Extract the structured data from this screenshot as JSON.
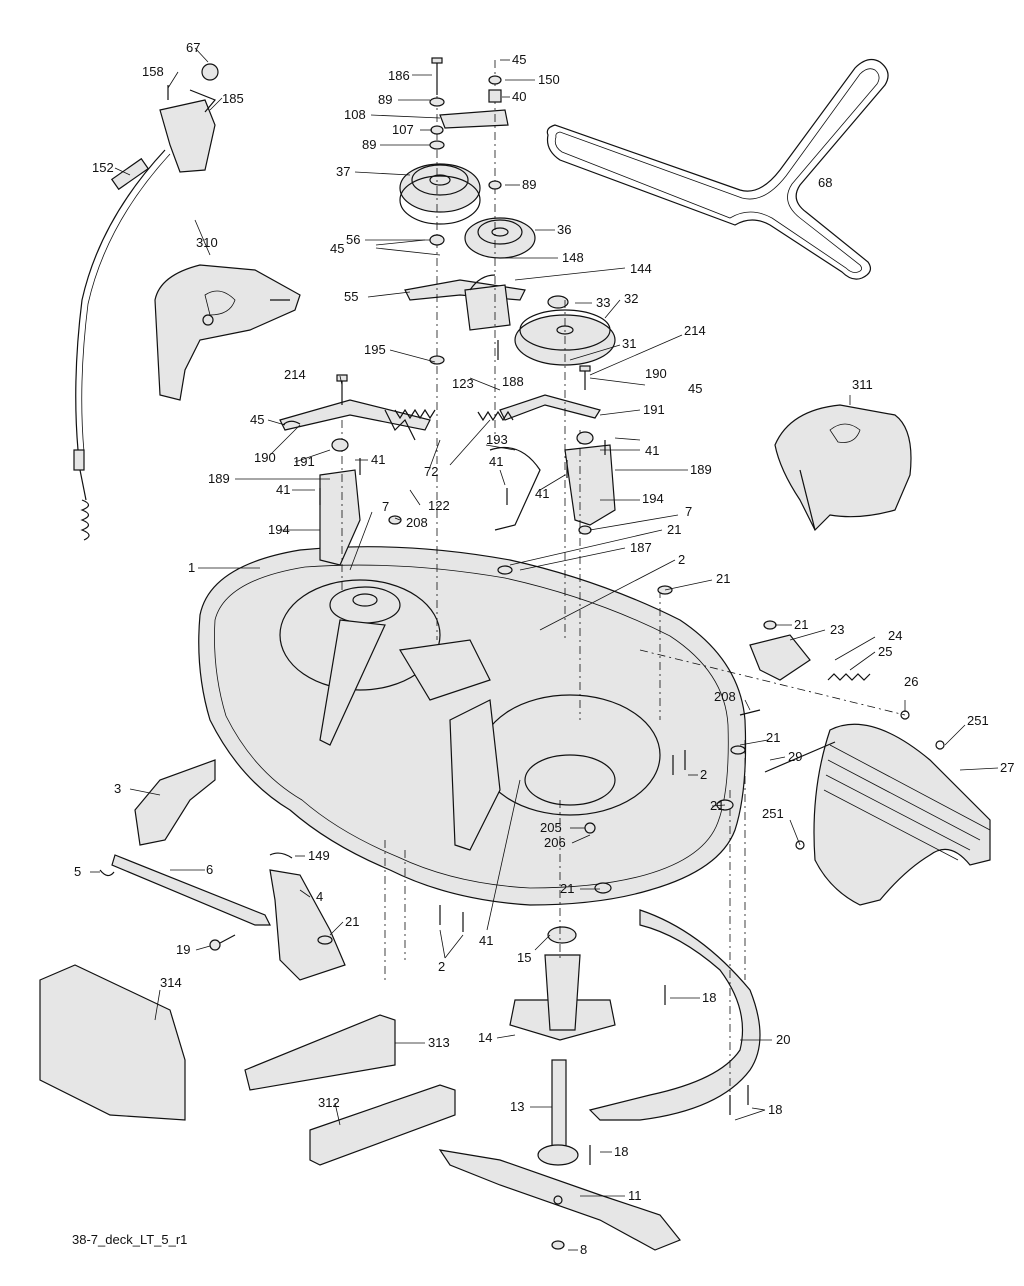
{
  "caption": "38-7_deck_LT_5_r1",
  "labels": {
    "l1": "1",
    "l2a": "2",
    "l2b": "2",
    "l2c": "2",
    "l3": "3",
    "l4": "4",
    "l5": "5",
    "l6": "6",
    "l7a": "7",
    "l7b": "7",
    "l8": "8",
    "l11": "11",
    "l13": "13",
    "l14": "14",
    "l15": "15",
    "l18a": "18",
    "l18b": "18",
    "l18c": "18",
    "l19": "19",
    "l20": "20",
    "l21a": "21",
    "l21b": "21",
    "l21c": "21",
    "l21d": "21",
    "l21e": "21",
    "l21f": "21",
    "l21g": "21",
    "l23": "23",
    "l24": "24",
    "l25": "25",
    "l26": "26",
    "l27": "27",
    "l29": "29",
    "l31": "31",
    "l32": "32",
    "l33": "33",
    "l36": "36",
    "l37": "37",
    "l40": "40",
    "l41a": "41",
    "l41b": "41",
    "l41c": "41",
    "l41d": "41",
    "l41e": "41",
    "l41f": "41",
    "l45a": "45",
    "l45b": "45",
    "l45c": "45",
    "l45d": "45",
    "l55": "55",
    "l56": "56",
    "l67": "67",
    "l68": "68",
    "l72": "72",
    "l89a": "89",
    "l89b": "89",
    "l89c": "89",
    "l107": "107",
    "l108": "108",
    "l122": "122",
    "l123": "123",
    "l144": "144",
    "l148": "148",
    "l149": "149",
    "l150": "150",
    "l152": "152",
    "l158": "158",
    "l185": "185",
    "l186": "186",
    "l187": "187",
    "l188": "188",
    "l189a": "189",
    "l189b": "189",
    "l190a": "190",
    "l190b": "190",
    "l191a": "191",
    "l191b": "191",
    "l193": "193",
    "l194a": "194",
    "l194b": "194",
    "l195": "195",
    "l205": "205",
    "l206": "206",
    "l208a": "208",
    "l208b": "208",
    "l214a": "214",
    "l214b": "214",
    "l251a": "251",
    "l251b": "251",
    "l310": "310",
    "l311": "311",
    "l312": "312",
    "l313": "313",
    "l314": "314"
  }
}
